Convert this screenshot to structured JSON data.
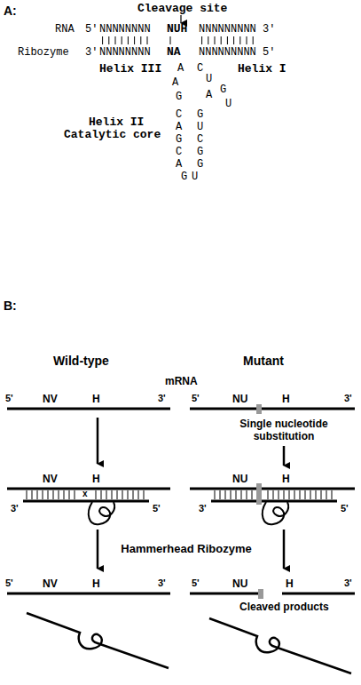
{
  "diagram": {
    "labels": [
      "A:",
      "Cleavage site",
      "RNA",
      "5'",
      "NNNNNNNN",
      "NUH",
      "NNNNNNNNN",
      "3'",
      "Ribozyme",
      "3'",
      "NNNNNNNN",
      "NA",
      "NNNNNNNNN",
      "5'",
      "Helix III",
      "Helix I",
      "A",
      "C",
      "A",
      "U",
      "G",
      "A",
      "G",
      "U",
      "Helix II",
      "Catalytic core",
      "C",
      "G",
      "A",
      "U",
      "G",
      "C",
      "C",
      "G",
      "A",
      "G",
      "G",
      "U",
      "B:",
      "Wild-type",
      "Mutant",
      "mRNA",
      "5'",
      "NV",
      "H",
      "3'",
      "5'",
      "NU",
      "H",
      "3'",
      "Single nucleotide substitution",
      "NV",
      "H",
      "x",
      "3'",
      "5'",
      "NU",
      "H",
      "3'",
      "5'",
      "Hammerhead Ribozyme",
      "5'",
      "NV",
      "H",
      "3'",
      "5'",
      "NU",
      "H",
      "3'",
      "Cleaved products"
    ]
  }
}
